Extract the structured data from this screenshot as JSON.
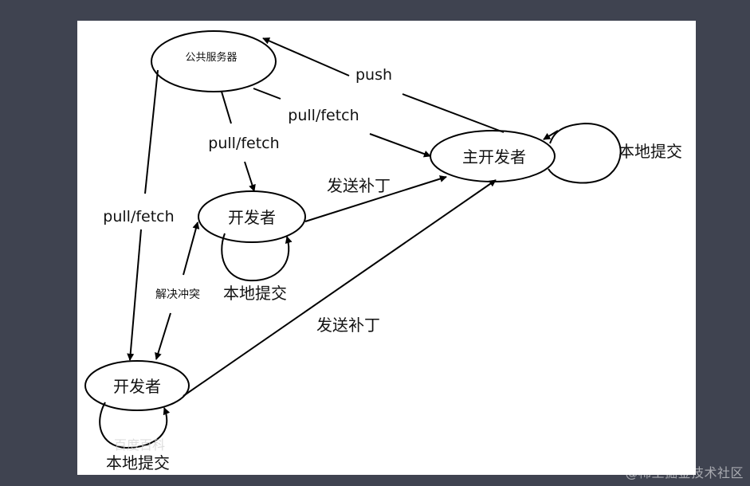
{
  "diagram": {
    "nodes": {
      "server": "公共服务器",
      "main_dev": "主开发者",
      "dev_mid": "开发者",
      "dev_bottom": "开发者"
    },
    "edge_labels": {
      "push": "push",
      "pull_main": "pull/fetch",
      "pull_mid": "pull/fetch",
      "pull_left": "pull/fetch",
      "patch_mid": "发送补丁",
      "patch_bottom": "发送补丁",
      "resolve": "解决冲突",
      "local_main": "本地提交",
      "local_mid": "本地提交",
      "local_bottom": "本地提交"
    }
  },
  "watermarks": {
    "corner": "@稀土掘金技术社区",
    "faint": "百度百科"
  },
  "colors": {
    "page_background": "#3f4350",
    "canvas_background": "#ffffff",
    "stroke": "#000000"
  }
}
